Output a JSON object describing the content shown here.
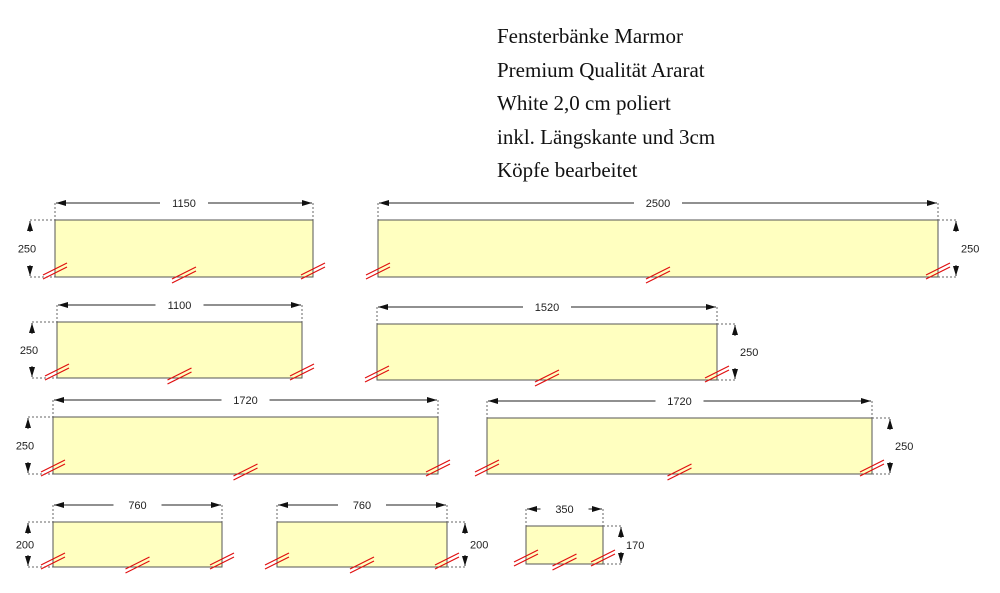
{
  "title_lines": [
    "Fensterbänke Marmor",
    "Premium Qualität Ararat",
    "White 2,0 cm poliert",
    "inkl. Längskante und 3cm",
    "Köpfe bearbeitet"
  ],
  "colors": {
    "slab_fill": "#ffffc0",
    "slab_stroke": "#555555",
    "edge_mark": "#e01010"
  },
  "pieces": [
    {
      "width_label": "1150",
      "height_label": "250"
    },
    {
      "width_label": "2500",
      "height_label": "250"
    },
    {
      "width_label": "1100",
      "height_label": "250"
    },
    {
      "width_label": "1520",
      "height_label": "250"
    },
    {
      "width_label": "1720",
      "height_label": "250"
    },
    {
      "width_label": "1720",
      "height_label": "250"
    },
    {
      "width_label": "760",
      "height_label": "200"
    },
    {
      "width_label": "760",
      "height_label": "200"
    },
    {
      "width_label": "350",
      "height_label": "170"
    }
  ]
}
